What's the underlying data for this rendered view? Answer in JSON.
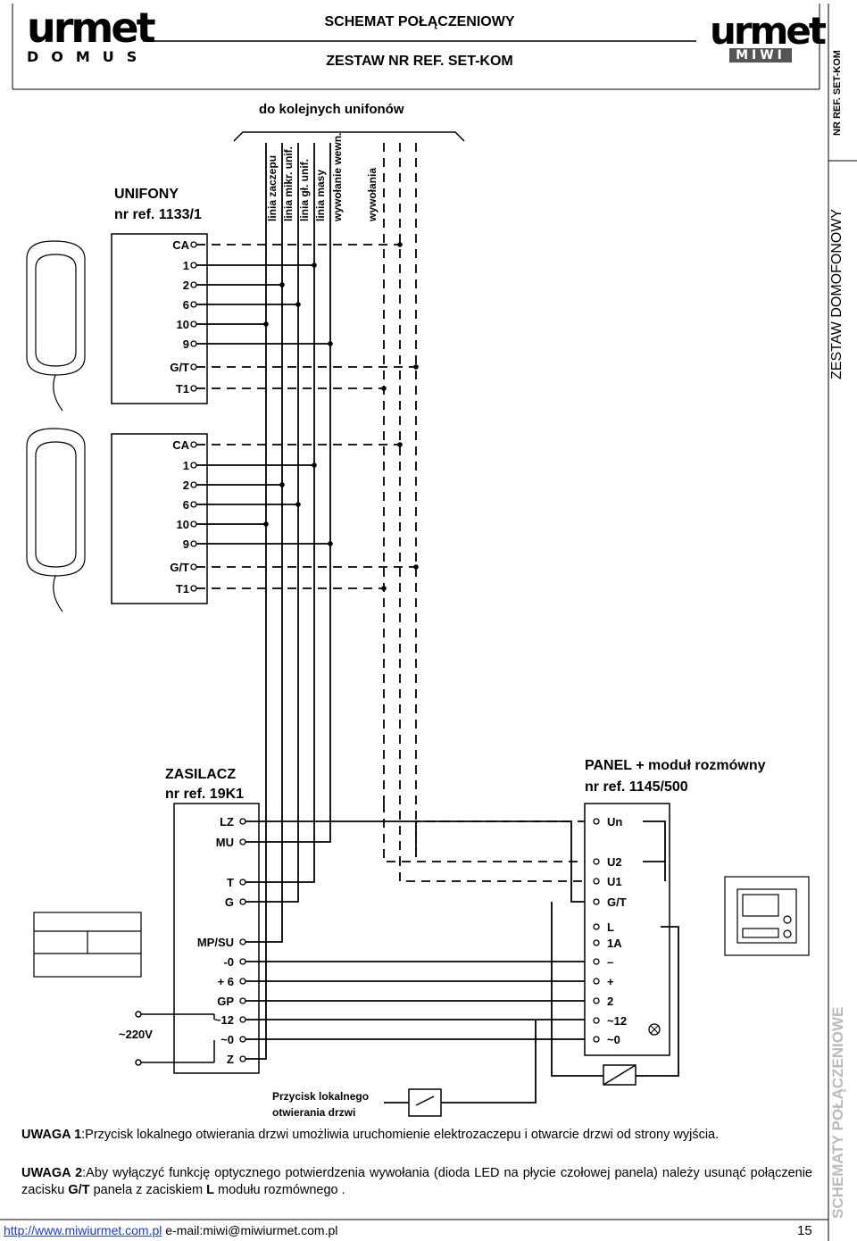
{
  "header": {
    "title": "SCHEMAT POŁĄCZENIOWY",
    "ref": "ZESTAW NR REF. SET-KOM",
    "logo_left_main": "urmet",
    "logo_left_sub": "DOMUS",
    "logo_right_main": "urmet",
    "logo_right_sub": "MIWI"
  },
  "side": {
    "ref": "NR REF. SET-KOM",
    "set": "ZESTAW DOMOFONOWY",
    "schem": "SCHEMATY POŁĄCZENIOWE"
  },
  "diagram": {
    "top_label": "do kolejnych unifonów",
    "line_labels": [
      "linia zaczepu",
      "linia mikr. unif.",
      "linia gł. unif.",
      "linia masy",
      "wywołanie wewn.",
      "wywołania"
    ],
    "unifony_title": "UNIFONY",
    "unifony_ref": "nr ref. 1133/1",
    "unifon_terminals": [
      "CA",
      "1",
      "2",
      "6",
      "10",
      "9",
      "G/T",
      "T1"
    ],
    "zasilacz_title": "ZASILACZ",
    "zasilacz_ref": "nr ref. 19K1",
    "zasilacz_terminals": [
      "LZ",
      "MU",
      "T",
      "G",
      "MP/SU",
      "-0",
      "+ 6",
      "GP",
      "~12",
      "~0",
      "Z"
    ],
    "panel_title": "PANEL + moduł rozmówny",
    "panel_ref": "nr ref. 1145/500",
    "panel_terminals": [
      "Un",
      "U2",
      "U1",
      "G/T",
      "L",
      "1A",
      "–",
      "+",
      "2",
      "~12",
      "~0"
    ],
    "mains_label": "~220V",
    "button_label_1": "Przycisk lokalnego",
    "button_label_2": "otwierania drzwi"
  },
  "notes": {
    "n1_head": "UWAGA 1",
    "n1_text": ":Przycisk lokalnego otwierania drzwi umożliwia uruchomienie elektrozaczepu i otwarcie drzwi od strony wyjścia.",
    "n2_head": "UWAGA 2",
    "n2_text_a": ":Aby wyłączyć funkcję optycznego potwierdzenia wywołania (dioda LED na płycie czołowej panela) należy usunąć połączenie zacisku ",
    "n2_bold_a": "G/T",
    "n2_text_b": " panela z zaciskiem ",
    "n2_bold_b": "L",
    "n2_text_c": " modułu rozmównego ."
  },
  "footer": {
    "url": "http://www.miwiurmet.com.pl",
    "email": "e-mail:miwi@miwiurmet.com.pl",
    "page": "15"
  }
}
